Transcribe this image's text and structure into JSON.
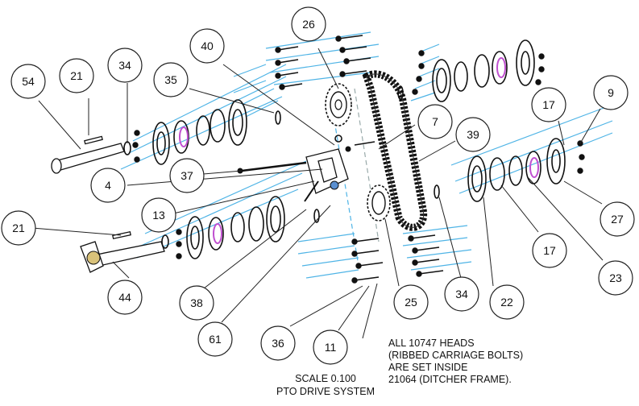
{
  "callouts": [
    "54",
    "21",
    "34",
    "35",
    "40",
    "26",
    "7",
    "39",
    "17",
    "9",
    "4",
    "37",
    "13",
    "21",
    "44",
    "38",
    "61",
    "36",
    "11",
    "25",
    "34",
    "22",
    "17",
    "27",
    "23"
  ],
  "note_lines": [
    "ALL 10747 HEADS",
    "(RIBBED CARRIAGE BOLTS)",
    "ARE SET INSIDE",
    "21064 (DITCHER FRAME)."
  ],
  "scale_lines": [
    "SCALE  0.100",
    "PTO DRIVE SYSTEM"
  ],
  "colors": {
    "dash": "#4fb4e6",
    "accent": "#c050d0",
    "line": "#111111"
  }
}
